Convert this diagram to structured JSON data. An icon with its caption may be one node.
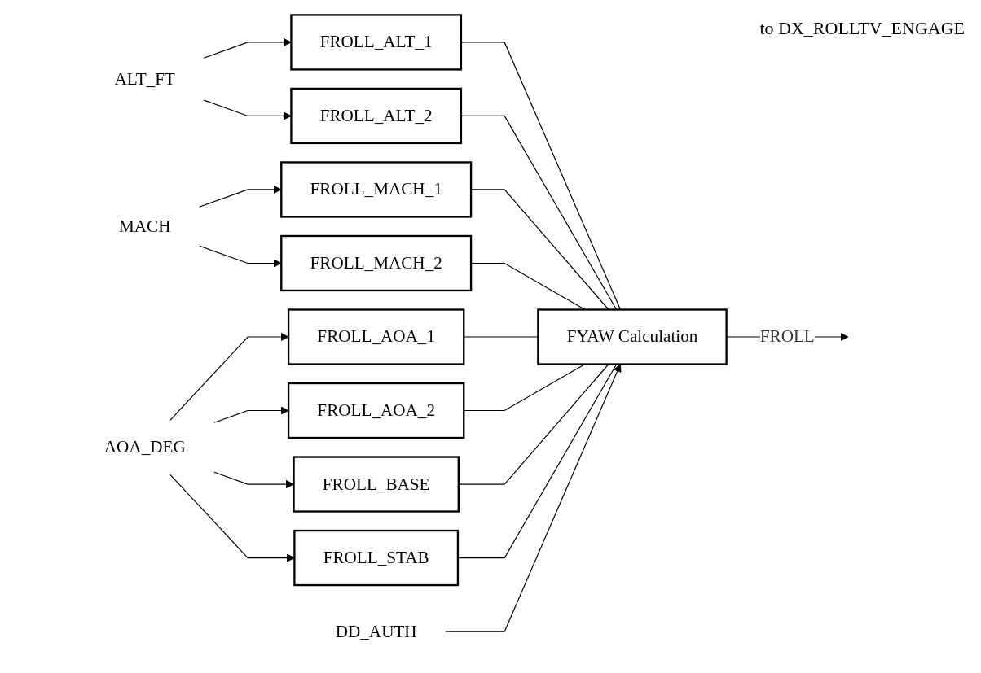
{
  "diagram": {
    "nodes": [
      {
        "text": [
          "ALT_FT"
        ]
      },
      {
        "text": [
          "MACH"
        ]
      },
      {
        "text": [
          "AOA_DEG"
        ]
      },
      {
        "text": [
          "FROLL_ALT_1"
        ]
      },
      {
        "text": [
          "FROLL_ALT_2"
        ]
      },
      {
        "text": [
          "FROLL_MACH_1"
        ]
      },
      {
        "text": [
          "FROLL_MACH_2"
        ]
      },
      {
        "text": [
          "FROLL_AOA_1"
        ]
      },
      {
        "text": [
          "FROLL_AOA_2"
        ]
      },
      {
        "text": [
          "FROLL_BASE"
        ]
      },
      {
        "text": [
          "FROLL_STAB"
        ]
      },
      {
        "text": [
          "FYAW Calculation"
        ]
      },
      {
        "text": [
          "DD_AUTH"
        ]
      }
    ],
    "edges": [
      {
        "from": 0,
        "to": 3,
        "arrow": "to"
      },
      {
        "from": 0,
        "to": 4,
        "arrow": "to"
      },
      {
        "from": 1,
        "to": 5,
        "arrow": "to"
      },
      {
        "from": 1,
        "to": 6,
        "arrow": "to"
      },
      {
        "from": 2,
        "to": 7,
        "arrow": "to"
      },
      {
        "from": 2,
        "to": 8,
        "arrow": "to"
      },
      {
        "from": 2,
        "to": 9,
        "arrow": "to"
      },
      {
        "from": 2,
        "to": 10,
        "arrow": "to"
      },
      {
        "from": 3,
        "to": 11,
        "arrow": "none"
      },
      {
        "from": 4,
        "to": 11,
        "arrow": "none"
      },
      {
        "from": 5,
        "to": 11,
        "arrow": "none"
      },
      {
        "from": 6,
        "to": 11,
        "arrow": "none"
      },
      {
        "from": 7,
        "to": 11,
        "arrow": "none"
      },
      {
        "from": 8,
        "to": 11,
        "arrow": "none"
      },
      {
        "from": 9,
        "to": 11,
        "arrow": "none"
      },
      {
        "from": 10,
        "to": 11,
        "arrow": "none"
      },
      {
        "from": 12,
        "to": 11,
        "arrow": "to"
      },
      {
        "from": 11,
        "to": null,
        "arrow": "to",
        "label": "FROLL"
      }
    ],
    "labels": [
      "to DX_ROLLTV_ENGAGE"
    ]
  }
}
